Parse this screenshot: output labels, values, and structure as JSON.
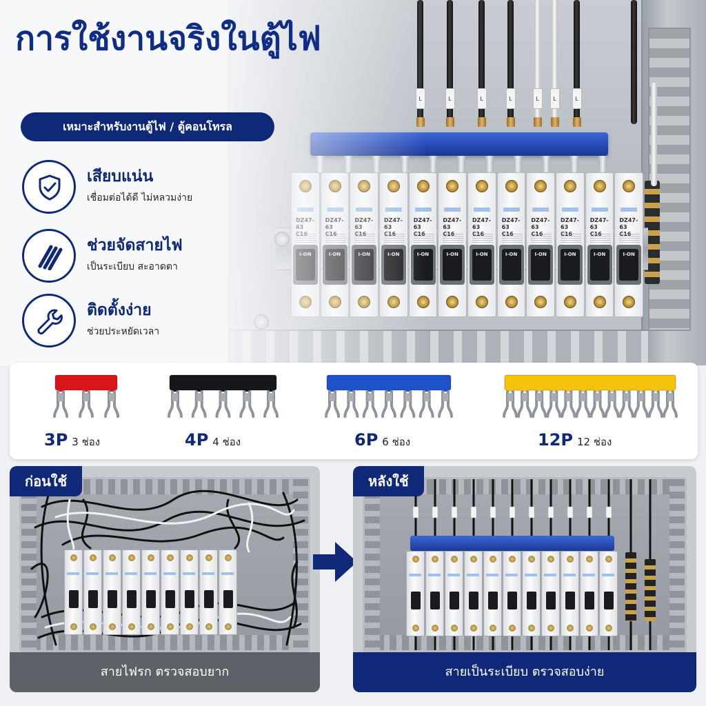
{
  "hero": {
    "title": "การใช้งานจริงในตู้ไฟ",
    "pill": "เหมาะสำหรับงานตู้ไฟ / ตู้คอนโทรล",
    "breaker_model": "DZ47-63",
    "breaker_rating": "C16",
    "toggle_label": "I-ON",
    "sleeve_label": "L"
  },
  "features": [
    {
      "title": "เสียบแน่น",
      "subtitle": "เชื่อมต่อได้ดี ไม่หลวมง่าย",
      "icon": "shield-check-icon"
    },
    {
      "title": "ช่วยจัดสายไฟ",
      "subtitle": "เป็นระเบียบ สะอาดตา",
      "icon": "cable-lines-icon"
    },
    {
      "title": "ติดตั้งง่าย",
      "subtitle": "ช่วยประหยัดเวลา",
      "icon": "wrench-icon"
    }
  ],
  "jumpers": [
    {
      "code": "3P",
      "desc": "3 ช่อง",
      "prongs": 3,
      "color": "#d9141b"
    },
    {
      "code": "4P",
      "desc": "4 ช่อง",
      "prongs": 5,
      "color": "#16171a"
    },
    {
      "code": "6P",
      "desc": "6 ช่อง",
      "prongs": 7,
      "color": "#1f52c9"
    },
    {
      "code": "12P",
      "desc": "12 ช่อง",
      "prongs": 12,
      "color": "#f5c20c"
    }
  ],
  "before": {
    "tag": "ก่อนใช้",
    "caption": "สายไฟรก ตรวจสอบยาก"
  },
  "after": {
    "tag": "หลังใช้",
    "caption": "สายเป็นระเบียบ ตรวจสอบง่าย"
  },
  "colors": {
    "brand": "#0f2877",
    "busbar": "#2649b8"
  }
}
